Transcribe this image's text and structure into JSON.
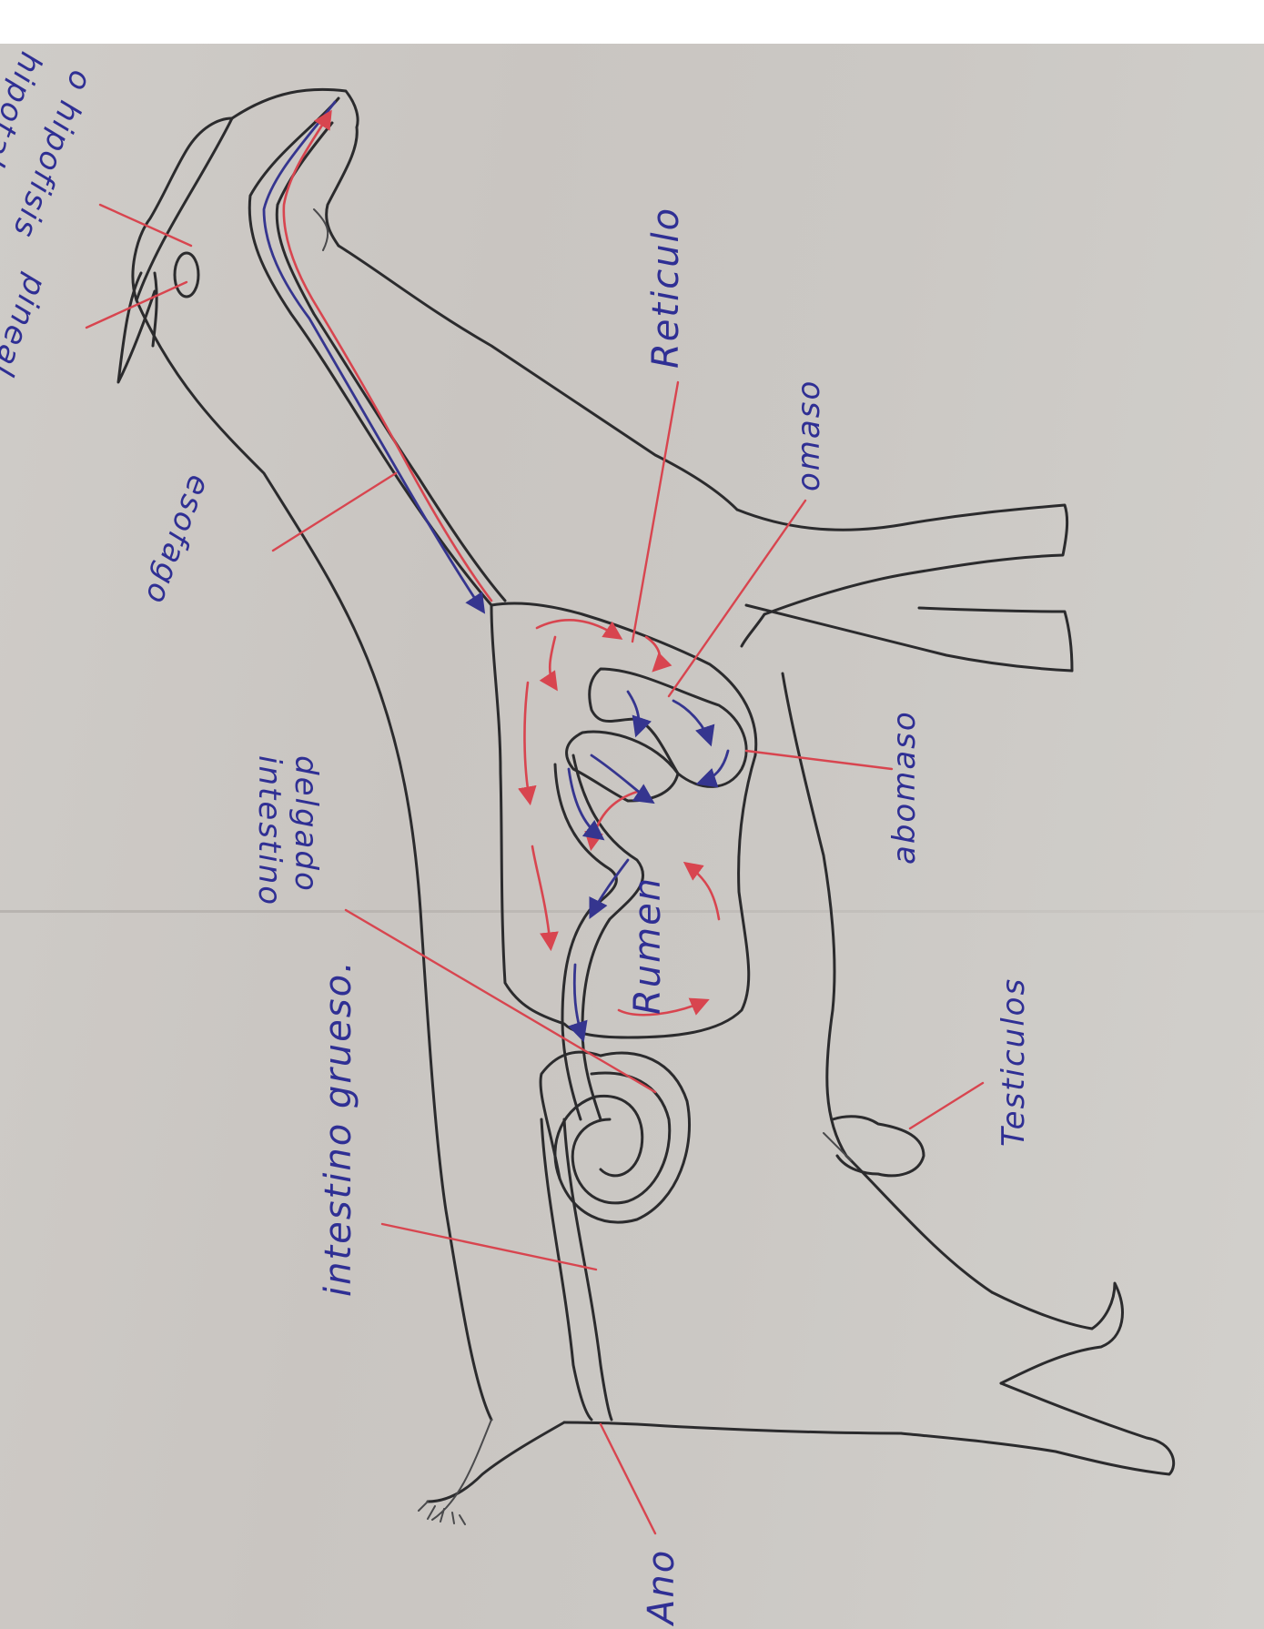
{
  "labels": {
    "hipotalamo": "hipotalamo",
    "hipofisis": "o hipofisis",
    "pineal": "pineal",
    "esofago": "esofago",
    "reticulo": "Reticulo",
    "omaso": "omaso",
    "abomaso": "abomaso",
    "intestino_delgado_1": "intestino",
    "intestino_delgado_2": "delgado",
    "rumen": "Rumen",
    "intestino_grueso": "intestino grueso.",
    "testiculos": "Testiculos",
    "ano": "Ano"
  },
  "colors": {
    "paper": "#cbc8c4",
    "outline": "#2b2b2d",
    "label_ink": "#2f2f94",
    "pointer_red": "#d8454f",
    "flow_blue": "#35358f",
    "flow_red": "#d8454f"
  }
}
